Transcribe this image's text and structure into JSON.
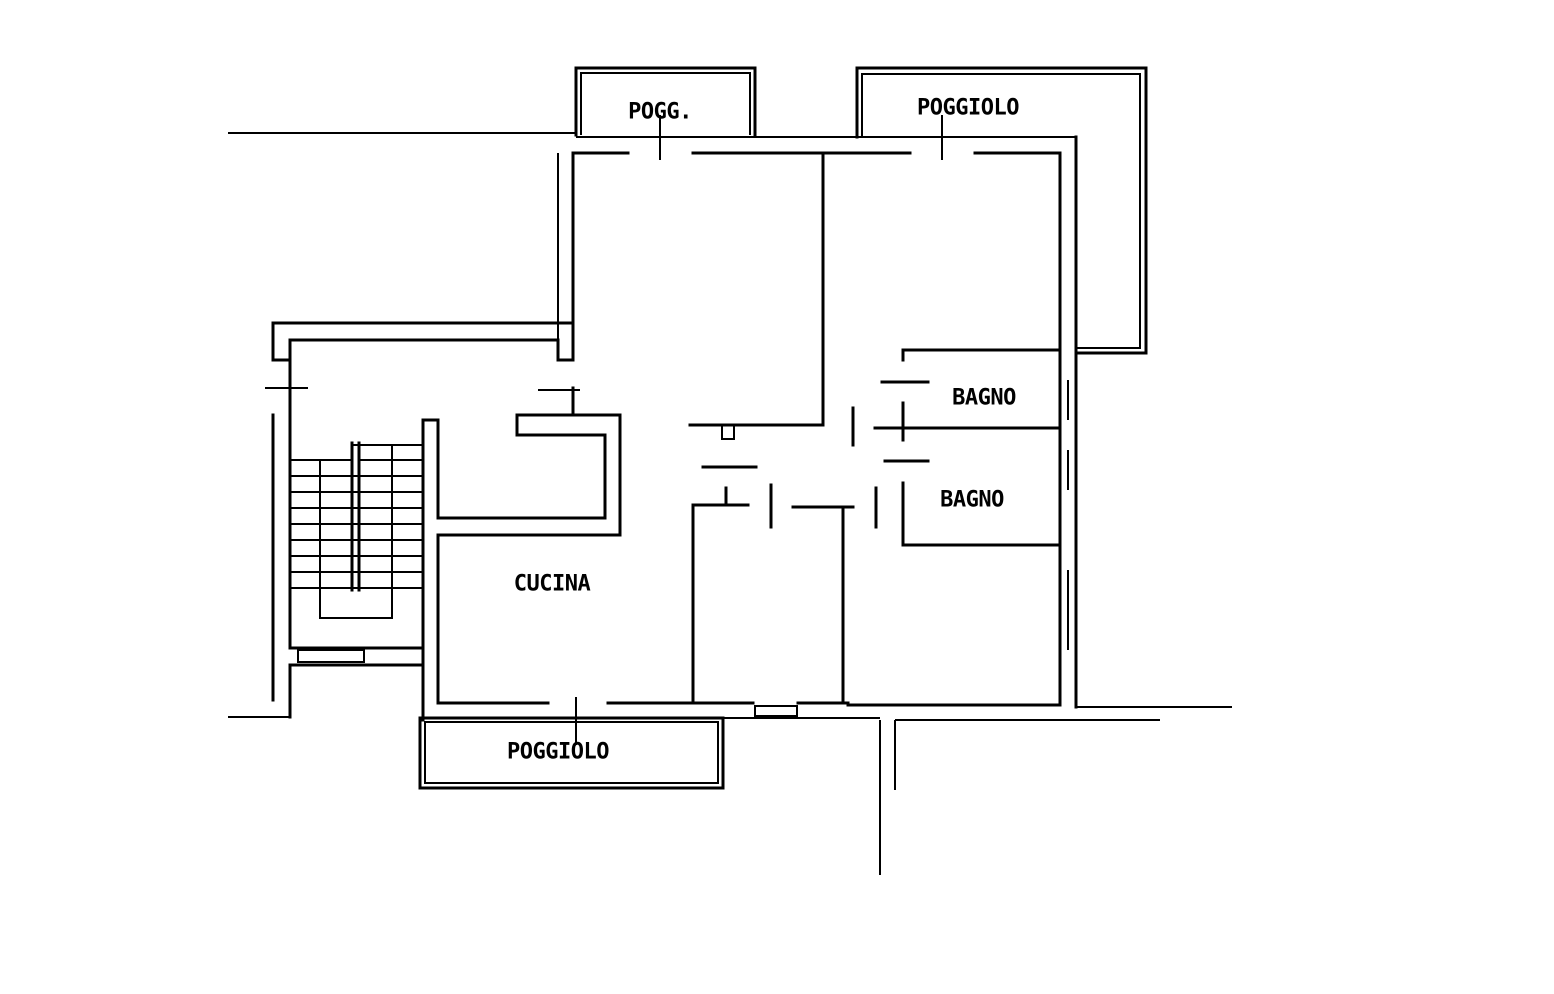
{
  "labels": {
    "pogg_top_left": "POGG.",
    "poggiolo_top_right": "POGGIOLO",
    "bagno_upper": "BAGNO",
    "bagno_lower": "BAGNO",
    "cucina": "CUCINA",
    "poggiolo_bottom": "POGGIOLO"
  },
  "colors": {
    "ink": "#000000",
    "background": "#ffffff"
  }
}
